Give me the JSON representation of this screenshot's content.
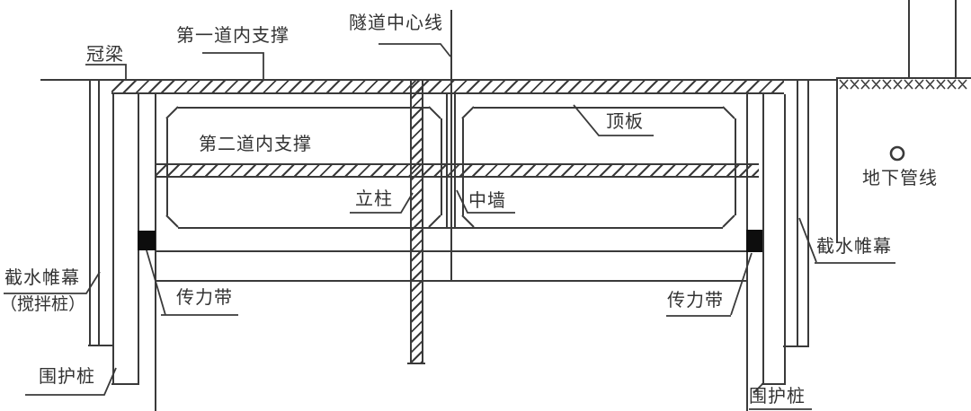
{
  "diagram": {
    "type": "engineering-cross-section",
    "subject": "tunnel excavation support structure"
  },
  "labels": {
    "crown_beam": "冠梁",
    "first_inner_support": "第一道内支撑",
    "tunnel_center_line": "隧道中心线",
    "roof_slab": "顶板",
    "second_inner_support": "第二道内支撑",
    "column": "立柱",
    "middle_wall": "中墙",
    "underground_pipeline": "地下管线",
    "water_cutoff_curtain_left": "截水帷幕",
    "water_cutoff_curtain_left_sub": "（搅拌桩）",
    "force_transfer_belt_left": "传力带",
    "retaining_pile_left": "围护桩",
    "force_transfer_belt_right": "传力带",
    "water_cutoff_curtain_right": "截水帷幕",
    "retaining_pile_right": "围护桩"
  },
  "colors": {
    "line": "#3a3a3a",
    "background": "#ffffff",
    "solid_fill": "#0d0d0d",
    "text": "#333333"
  }
}
